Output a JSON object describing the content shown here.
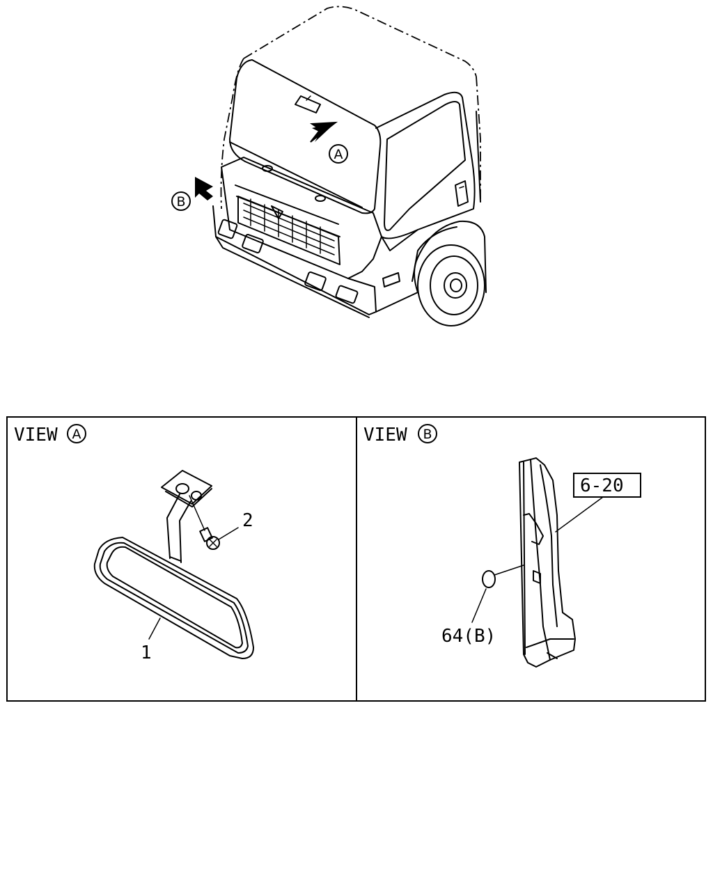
{
  "callouts": {
    "view_a_marker": "A",
    "view_b_marker": "B"
  },
  "panels": {
    "left": {
      "view_word": "VIEW",
      "view_marker": "A",
      "part_labels": [
        "1",
        "2"
      ]
    },
    "right": {
      "view_word": "VIEW",
      "view_marker": "B",
      "reference_box": "6-20",
      "part_labels": [
        "64(B)"
      ]
    }
  }
}
